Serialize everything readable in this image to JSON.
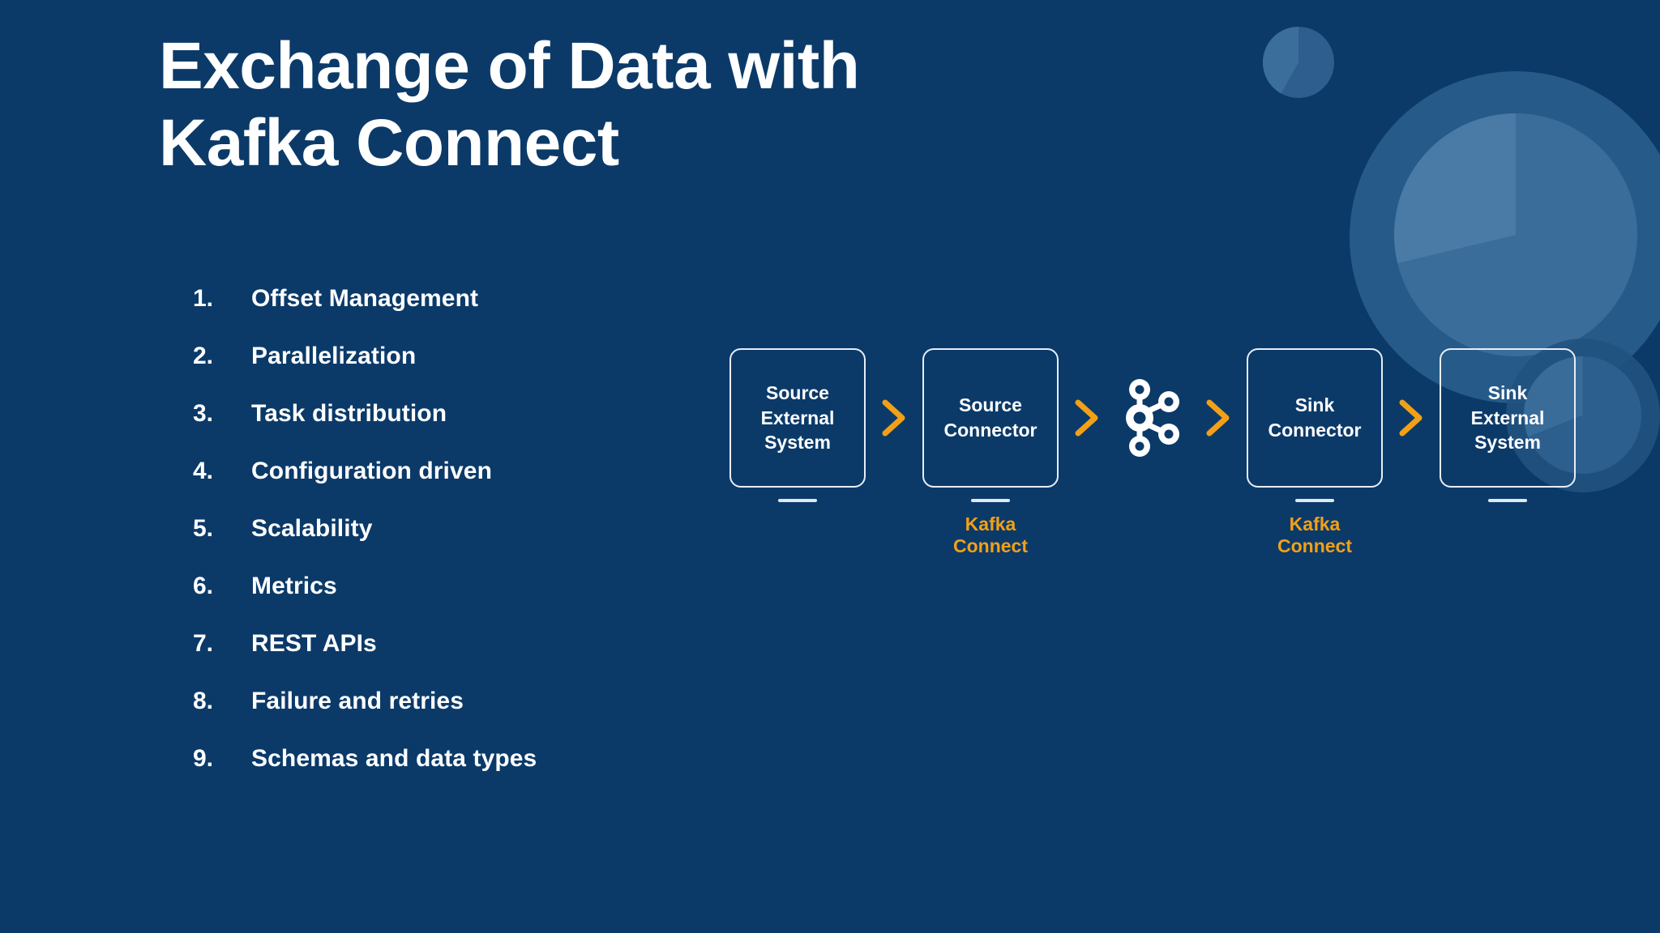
{
  "slide": {
    "title": "Exchange of Data with\nKafka Connect",
    "background_color": "#0b3a69",
    "accent_color": "#f2a017",
    "text_color": "#ffffff"
  },
  "list": {
    "items": [
      {
        "num": "1.",
        "label": "Offset Management"
      },
      {
        "num": "2.",
        "label": "Parallelization"
      },
      {
        "num": "3.",
        "label": "Task distribution"
      },
      {
        "num": "4.",
        "label": "Configuration driven"
      },
      {
        "num": "5.",
        "label": "Scalability"
      },
      {
        "num": "6.",
        "label": "Metrics"
      },
      {
        "num": "7.",
        "label": "REST APIs"
      },
      {
        "num": "8.",
        "label": "Failure and retries"
      },
      {
        "num": "9.",
        "label": "Schemas and data types"
      }
    ]
  },
  "diagram": {
    "nodes": [
      {
        "label": "Source\nExternal\nSystem",
        "sublabel": ""
      },
      {
        "label": "Source\nConnector",
        "sublabel": "Kafka\nConnect"
      },
      {
        "label": "Sink\nConnector",
        "sublabel": "Kafka\nConnect"
      },
      {
        "label": "Sink\nExternal\nSystem",
        "sublabel": ""
      }
    ],
    "center_icon": "kafka-logo-icon",
    "arrow_glyph": "chevron-right-icon",
    "arrow_color": "#f2a017"
  }
}
